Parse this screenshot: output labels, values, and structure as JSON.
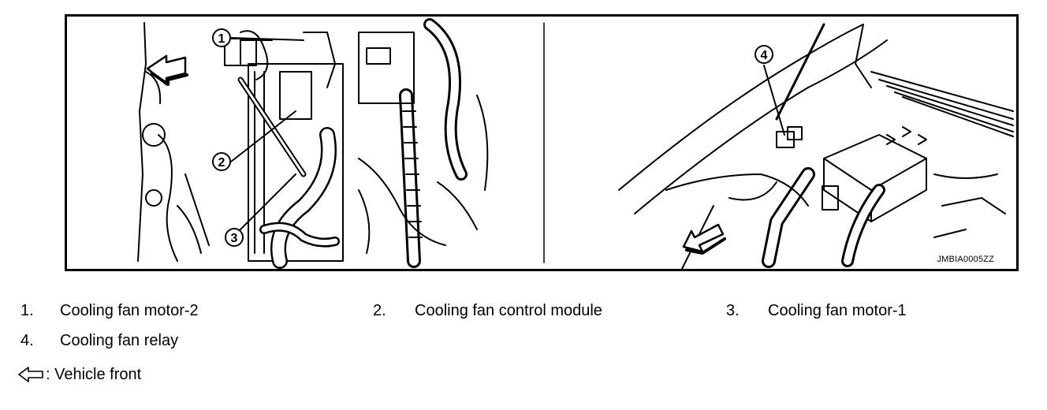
{
  "figure": {
    "code": "JMBIA0005ZZ",
    "callouts": [
      "1",
      "2",
      "3",
      "4"
    ]
  },
  "legend": [
    {
      "num": "1.",
      "label": "Cooling fan motor-2"
    },
    {
      "num": "2.",
      "label": "Cooling fan control module"
    },
    {
      "num": "3.",
      "label": "Cooling fan motor-1"
    },
    {
      "num": "4.",
      "label": "Cooling fan relay"
    }
  ],
  "front_note": {
    "icon": "arrow-left-outline-icon",
    "text": ": Vehicle front"
  },
  "colors": {
    "ink": "#000000",
    "paper": "#ffffff"
  }
}
